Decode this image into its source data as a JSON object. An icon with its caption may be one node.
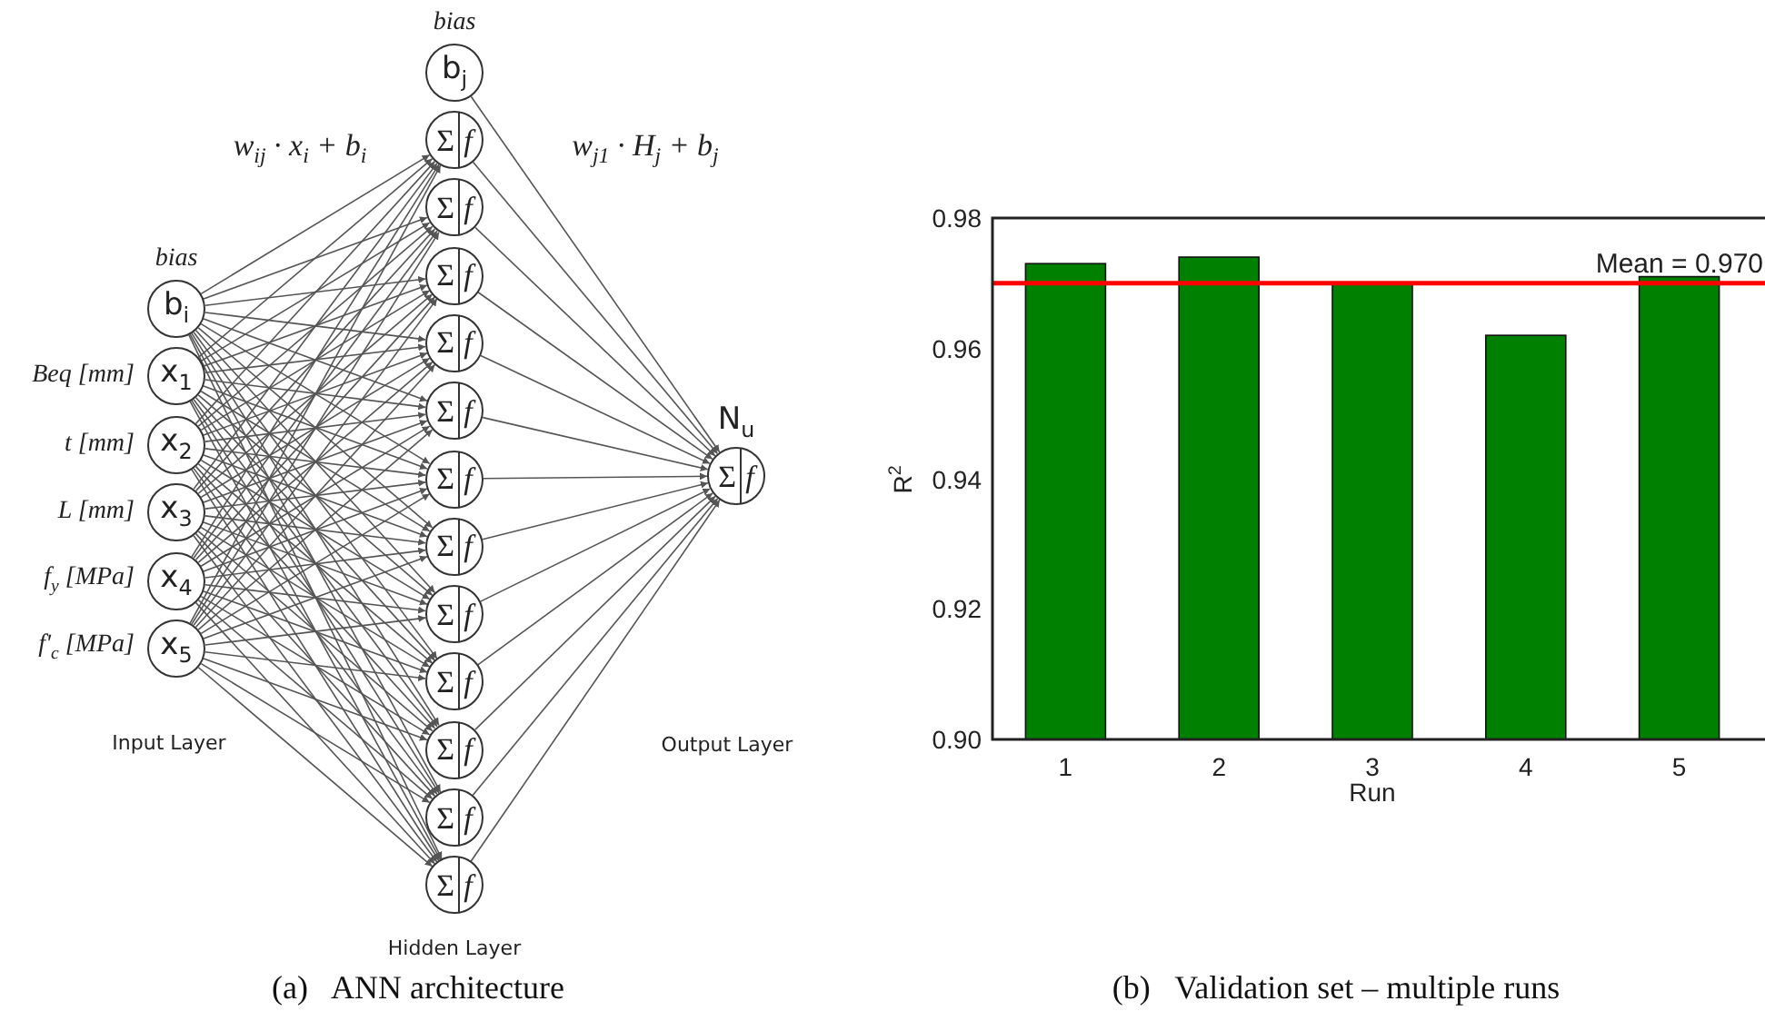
{
  "diagram": {
    "nodes": [
      {
        "text": [
          "b$_{i}$"
        ],
        "beside": [
          "bias"
        ]
      },
      {
        "text": [
          "x$_{1}$"
        ],
        "beside": [
          "Beq [mm]"
        ]
      },
      {
        "text": [
          "x$_{2}$"
        ],
        "beside": [
          "t [mm]"
        ]
      },
      {
        "text": [
          "x$_{3}$"
        ],
        "beside": [
          "L [mm]"
        ]
      },
      {
        "text": [
          "x$_{4}$"
        ],
        "beside": [
          "f$_{y}$ [MPa]"
        ]
      },
      {
        "text": [
          "x$_{5}$"
        ],
        "beside": [
          "f'$_{c}$ [MPa]"
        ]
      },
      {
        "text": [
          "b$_{j}$"
        ],
        "beside": [
          "bias"
        ]
      },
      {
        "text": [
          "Σ",
          "f"
        ]
      },
      {
        "text": [
          "Σ",
          "f"
        ]
      },
      {
        "text": [
          "Σ",
          "f"
        ]
      },
      {
        "text": [
          "Σ",
          "f"
        ]
      },
      {
        "text": [
          "Σ",
          "f"
        ]
      },
      {
        "text": [
          "Σ",
          "f"
        ]
      },
      {
        "text": [
          "Σ",
          "f"
        ]
      },
      {
        "text": [
          "Σ",
          "f"
        ]
      },
      {
        "text": [
          "Σ",
          "f"
        ]
      },
      {
        "text": [
          "Σ",
          "f"
        ]
      },
      {
        "text": [
          "Σ",
          "f"
        ]
      },
      {
        "text": [
          "Σ",
          "f"
        ]
      },
      {
        "text": [
          "N$_{u}$",
          "Σ",
          "f"
        ]
      }
    ],
    "edges": [
      {
        "from": 0,
        "to": 7,
        "arrow": "to"
      },
      {
        "from": 0,
        "to": 8,
        "arrow": "to"
      },
      {
        "from": 0,
        "to": 9,
        "arrow": "to"
      },
      {
        "from": 0,
        "to": 10,
        "arrow": "to"
      },
      {
        "from": 0,
        "to": 11,
        "arrow": "to"
      },
      {
        "from": 0,
        "to": 12,
        "arrow": "to"
      },
      {
        "from": 0,
        "to": 13,
        "arrow": "to"
      },
      {
        "from": 0,
        "to": 14,
        "arrow": "to"
      },
      {
        "from": 0,
        "to": 15,
        "arrow": "to"
      },
      {
        "from": 0,
        "to": 16,
        "arrow": "to"
      },
      {
        "from": 0,
        "to": 17,
        "arrow": "to"
      },
      {
        "from": 0,
        "to": 18,
        "arrow": "to"
      },
      {
        "from": 1,
        "to": 7,
        "arrow": "to"
      },
      {
        "from": 1,
        "to": 8,
        "arrow": "to"
      },
      {
        "from": 1,
        "to": 9,
        "arrow": "to"
      },
      {
        "from": 1,
        "to": 10,
        "arrow": "to"
      },
      {
        "from": 1,
        "to": 11,
        "arrow": "to"
      },
      {
        "from": 1,
        "to": 12,
        "arrow": "to"
      },
      {
        "from": 1,
        "to": 13,
        "arrow": "to"
      },
      {
        "from": 1,
        "to": 14,
        "arrow": "to"
      },
      {
        "from": 1,
        "to": 15,
        "arrow": "to"
      },
      {
        "from": 1,
        "to": 16,
        "arrow": "to"
      },
      {
        "from": 1,
        "to": 17,
        "arrow": "to"
      },
      {
        "from": 1,
        "to": 18,
        "arrow": "to"
      },
      {
        "from": 2,
        "to": 7,
        "arrow": "to"
      },
      {
        "from": 2,
        "to": 8,
        "arrow": "to"
      },
      {
        "from": 2,
        "to": 9,
        "arrow": "to"
      },
      {
        "from": 2,
        "to": 10,
        "arrow": "to"
      },
      {
        "from": 2,
        "to": 11,
        "arrow": "to"
      },
      {
        "from": 2,
        "to": 12,
        "arrow": "to"
      },
      {
        "from": 2,
        "to": 13,
        "arrow": "to"
      },
      {
        "from": 2,
        "to": 14,
        "arrow": "to"
      },
      {
        "from": 2,
        "to": 15,
        "arrow": "to"
      },
      {
        "from": 2,
        "to": 16,
        "arrow": "to"
      },
      {
        "from": 2,
        "to": 17,
        "arrow": "to"
      },
      {
        "from": 2,
        "to": 18,
        "arrow": "to"
      },
      {
        "from": 3,
        "to": 7,
        "arrow": "to"
      },
      {
        "from": 3,
        "to": 8,
        "arrow": "to"
      },
      {
        "from": 3,
        "to": 9,
        "arrow": "to"
      },
      {
        "from": 3,
        "to": 10,
        "arrow": "to"
      },
      {
        "from": 3,
        "to": 11,
        "arrow": "to"
      },
      {
        "from": 3,
        "to": 12,
        "arrow": "to"
      },
      {
        "from": 3,
        "to": 13,
        "arrow": "to"
      },
      {
        "from": 3,
        "to": 14,
        "arrow": "to"
      },
      {
        "from": 3,
        "to": 15,
        "arrow": "to"
      },
      {
        "from": 3,
        "to": 16,
        "arrow": "to"
      },
      {
        "from": 3,
        "to": 17,
        "arrow": "to"
      },
      {
        "from": 3,
        "to": 18,
        "arrow": "to"
      },
      {
        "from": 4,
        "to": 7,
        "arrow": "to"
      },
      {
        "from": 4,
        "to": 8,
        "arrow": "to"
      },
      {
        "from": 4,
        "to": 9,
        "arrow": "to"
      },
      {
        "from": 4,
        "to": 10,
        "arrow": "to"
      },
      {
        "from": 4,
        "to": 11,
        "arrow": "to"
      },
      {
        "from": 4,
        "to": 12,
        "arrow": "to"
      },
      {
        "from": 4,
        "to": 13,
        "arrow": "to"
      },
      {
        "from": 4,
        "to": 14,
        "arrow": "to"
      },
      {
        "from": 4,
        "to": 15,
        "arrow": "to"
      },
      {
        "from": 4,
        "to": 16,
        "arrow": "to"
      },
      {
        "from": 4,
        "to": 17,
        "arrow": "to"
      },
      {
        "from": 4,
        "to": 18,
        "arrow": "to"
      },
      {
        "from": 5,
        "to": 7,
        "arrow": "to"
      },
      {
        "from": 5,
        "to": 8,
        "arrow": "to"
      },
      {
        "from": 5,
        "to": 9,
        "arrow": "to"
      },
      {
        "from": 5,
        "to": 10,
        "arrow": "to"
      },
      {
        "from": 5,
        "to": 11,
        "arrow": "to"
      },
      {
        "from": 5,
        "to": 12,
        "arrow": "to"
      },
      {
        "from": 5,
        "to": 13,
        "arrow": "to"
      },
      {
        "from": 5,
        "to": 14,
        "arrow": "to"
      },
      {
        "from": 5,
        "to": 15,
        "arrow": "to"
      },
      {
        "from": 5,
        "to": 16,
        "arrow": "to"
      },
      {
        "from": 5,
        "to": 17,
        "arrow": "to"
      },
      {
        "from": 5,
        "to": 18,
        "arrow": "to"
      },
      {
        "from": 6,
        "to": 19,
        "arrow": "to"
      },
      {
        "from": 7,
        "to": 19,
        "arrow": "to"
      },
      {
        "from": 8,
        "to": 19,
        "arrow": "to"
      },
      {
        "from": 9,
        "to": 19,
        "arrow": "to"
      },
      {
        "from": 10,
        "to": 19,
        "arrow": "to"
      },
      {
        "from": 11,
        "to": 19,
        "arrow": "to"
      },
      {
        "from": 12,
        "to": 19,
        "arrow": "to"
      },
      {
        "from": 13,
        "to": 19,
        "arrow": "to"
      },
      {
        "from": 14,
        "to": 19,
        "arrow": "to"
      },
      {
        "from": 15,
        "to": 19,
        "arrow": "to"
      },
      {
        "from": 16,
        "to": 19,
        "arrow": "to"
      },
      {
        "from": 17,
        "to": 19,
        "arrow": "to"
      },
      {
        "from": 18,
        "to": 19,
        "arrow": "to"
      }
    ],
    "labels": [
      "w$_{ij}$ · x$_{i}$ + b$_{i}$",
      "w$_{j1}$ · H$_{j}$ + b$_{j}$",
      "Input Layer",
      "Output Layer",
      "Hidden Layer",
      "(a)   ANN architecture",
      "(b)   Validation set – multiple runs"
    ],
    "chart_data": {
      "type": "bar",
      "xlabel": "Run",
      "ylabel": "R$^{2}$",
      "categories": [
        "1",
        "2",
        "3",
        "4",
        "5"
      ],
      "series": [
        {
          "color": "#008000",
          "values": [
            0.973,
            0.974,
            0.97,
            0.962,
            0.971
          ]
        }
      ],
      "ylim": [
        0.9,
        0.98
      ],
      "yticks": [
        {
          "value": 0.9,
          "label": "0.90"
        },
        {
          "value": 0.92,
          "label": "0.92"
        },
        {
          "value": 0.94,
          "label": "0.94"
        },
        {
          "value": 0.96,
          "label": "0.96"
        },
        {
          "value": 0.98,
          "label": "0.98"
        }
      ],
      "ref_lines": [
        {
          "axis": "y",
          "value": 0.97,
          "label": "Mean = 0.970",
          "color": "#ff0000"
        }
      ]
    }
  }
}
